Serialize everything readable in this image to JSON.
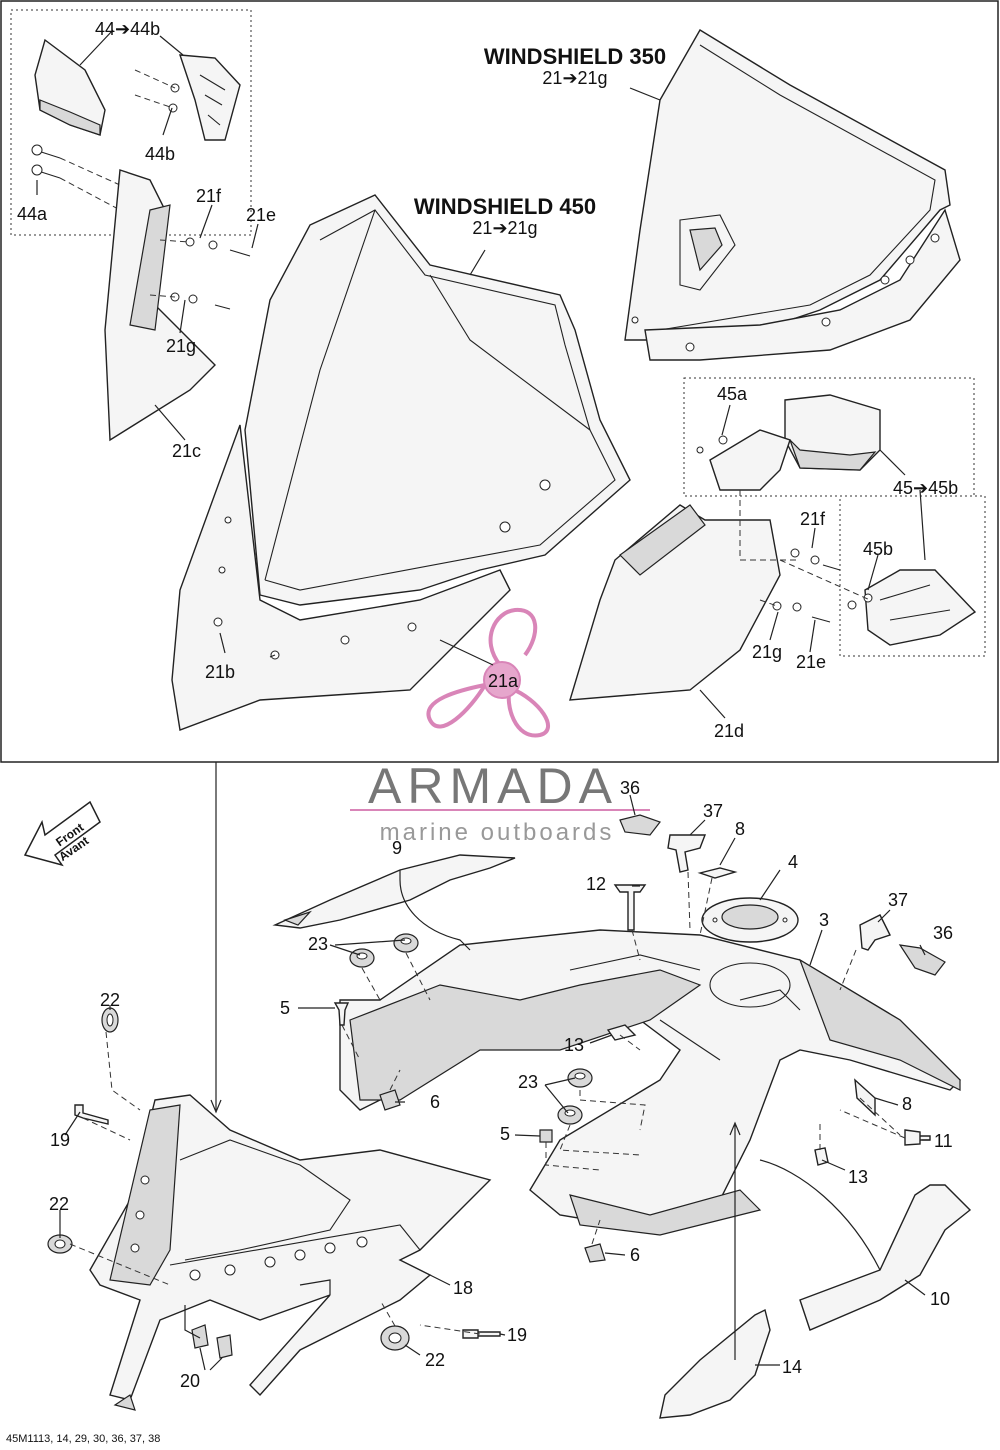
{
  "titles": {
    "ws350": "WINDSHIELD 350",
    "ws350_sub": "21➔21g",
    "ws450": "WINDSHIELD 450",
    "ws450_sub": "21➔21g"
  },
  "brand": {
    "name": "ARMADA",
    "tagline": "marine outboards",
    "logo_label": "21a"
  },
  "front_arrow": {
    "line1": "Front",
    "line2": "Avant"
  },
  "callouts": {
    "c44_44b": "44➔44b",
    "c44b": "44b",
    "c44a": "44a",
    "c21f_top": "21f",
    "c21e_top": "21e",
    "c21g_top": "21g",
    "c21c": "21c",
    "c21b": "21b",
    "c45a": "45a",
    "c45_45b": "45➔45b",
    "c45b": "45b",
    "c21f_right": "21f",
    "c21g_right": "21g",
    "c21e_right": "21e",
    "c21d": "21d",
    "c36_top": "36",
    "c37_top": "37",
    "c8_top": "8",
    "c9": "9",
    "c4": "4",
    "c12": "12",
    "c3": "3",
    "c37_right": "37",
    "c36_right": "36",
    "c23_left": "23",
    "c5_left": "5",
    "c13_mid": "13",
    "c6_left": "6",
    "c22_top": "22",
    "c19_left": "19",
    "c22_mid": "22",
    "c23_mid": "23",
    "c5_mid": "5",
    "c8_right": "8",
    "c11": "11",
    "c13_right": "13",
    "c6_mid": "6",
    "c18": "18",
    "c19_right": "19",
    "c22_bottom": "22",
    "c20": "20",
    "c10": "10",
    "c14": "14"
  },
  "footer": {
    "code": "45M1113, 14, 29, 30, 36, 37, 38"
  },
  "colors": {
    "logo_pink": "#e6a6cc",
    "logo_line": "#d985b8",
    "brand_text": "#777777"
  }
}
